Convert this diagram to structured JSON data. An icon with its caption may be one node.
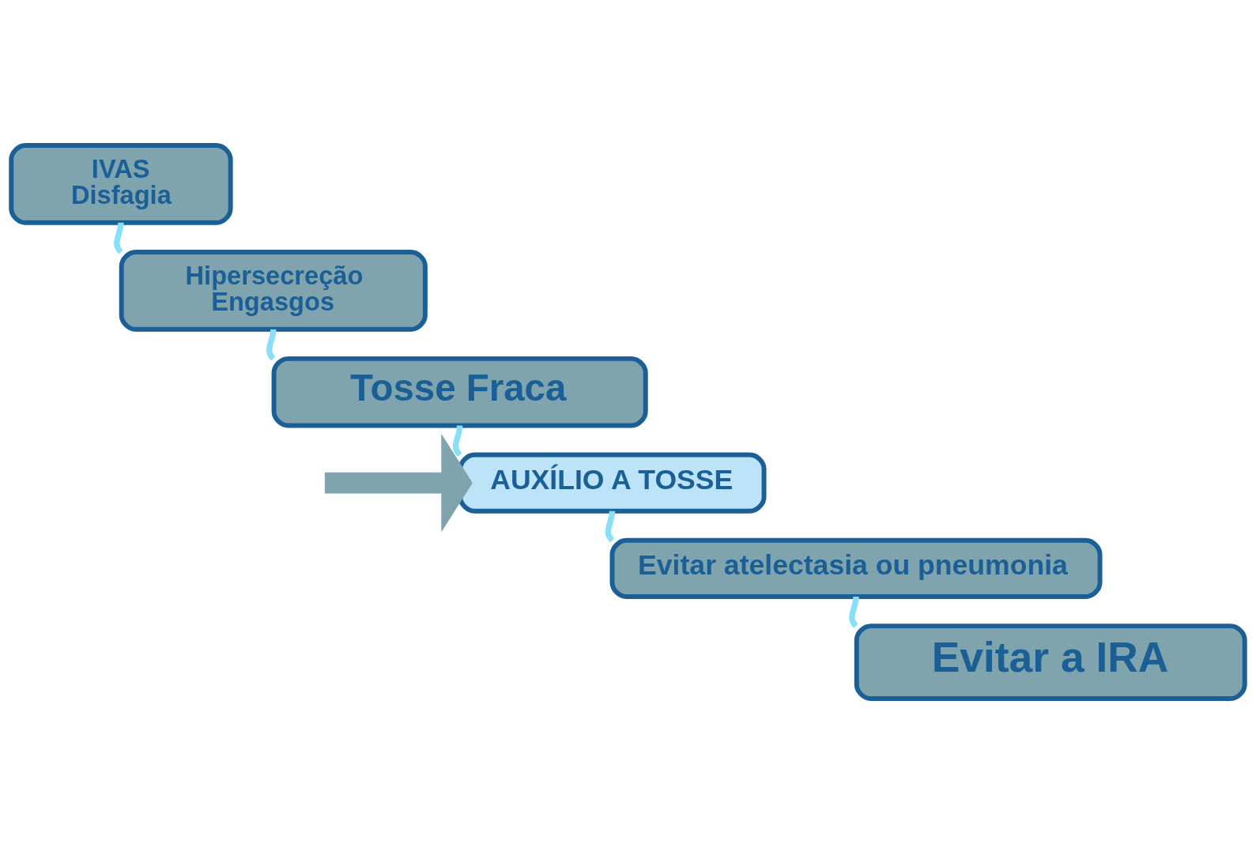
{
  "diagram": {
    "nodes": [
      {
        "text": [
          "IVAS",
          "Disfagia"
        ]
      },
      {
        "text": [
          "Hipersecreção",
          "Engasgos"
        ]
      },
      {
        "text": [
          "Tosse Fraca"
        ]
      },
      {
        "text": [
          "AUXÍLIO A TOSSE"
        ]
      },
      {
        "text": [
          "Evitar atelectasia ou pneumonia"
        ]
      },
      {
        "text": [
          "Evitar a IRA"
        ]
      }
    ],
    "edges": [
      {
        "from": 0,
        "to": 1,
        "arrow": "none"
      },
      {
        "from": 1,
        "to": 2,
        "arrow": "none"
      },
      {
        "from": 2,
        "to": 3,
        "arrow": "none"
      },
      {
        "from": 3,
        "to": 4,
        "arrow": "none"
      },
      {
        "from": 4,
        "to": 5,
        "arrow": "none"
      },
      {
        "from": null,
        "to": 3,
        "arrow": "to",
        "style": "thick",
        "color": "#80a4ae"
      }
    ]
  }
}
